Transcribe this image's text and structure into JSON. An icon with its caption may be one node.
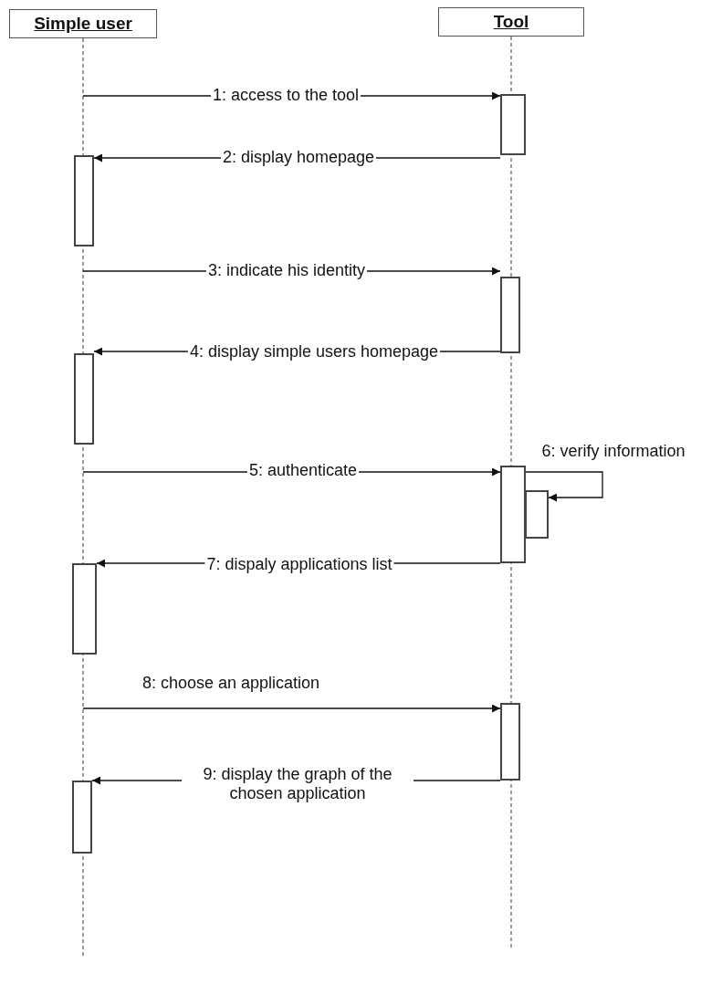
{
  "diagram": {
    "nodes": [
      {
        "text": [
          "Simple user"
        ]
      },
      {
        "text": [
          "Tool"
        ]
      },
      {
        "text": [],
        "shape": "bar"
      },
      {
        "text": [],
        "shape": "bar"
      },
      {
        "text": [],
        "shape": "bar"
      },
      {
        "text": [],
        "shape": "bar"
      },
      {
        "text": [],
        "shape": "bar"
      },
      {
        "text": [],
        "shape": "bar"
      },
      {
        "text": [],
        "shape": "bar"
      },
      {
        "text": [],
        "shape": "bar"
      },
      {
        "text": [],
        "shape": "bar"
      }
    ],
    "edges": [
      {
        "from": null,
        "to": 2,
        "arrow": "to",
        "label": "1: access to the  tool"
      },
      {
        "from": 2,
        "to": 3,
        "arrow": "to",
        "label": "2: display homepage"
      },
      {
        "from": null,
        "to": 4,
        "arrow": "to",
        "label": "3: indicate his identity"
      },
      {
        "from": 4,
        "to": 5,
        "arrow": "to",
        "label": "4: display simple users homepage"
      },
      {
        "from": null,
        "to": 6,
        "arrow": "to",
        "label": "5: authenticate"
      },
      {
        "from": 6,
        "to": 7,
        "arrow": "to",
        "label": "6: verify information"
      },
      {
        "from": 6,
        "to": 8,
        "arrow": "to",
        "label": "7: dispaly applications list"
      },
      {
        "from": null,
        "to": 9,
        "arrow": "to",
        "label": "8: choose an application"
      },
      {
        "from": 9,
        "to": 10,
        "arrow": "to",
        "label": "9: display the graph of the chosen application"
      }
    ]
  }
}
